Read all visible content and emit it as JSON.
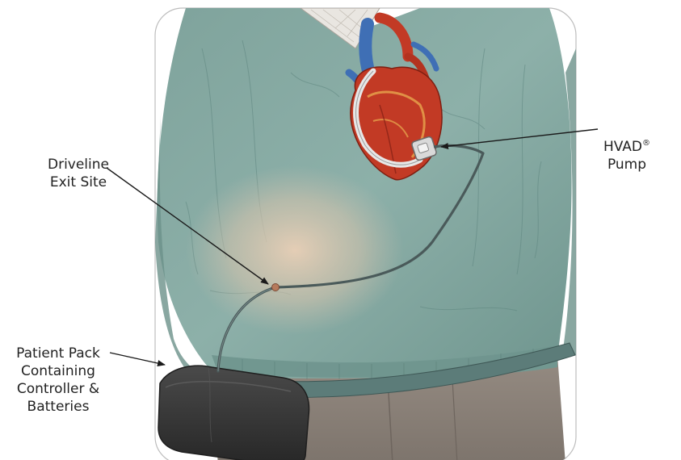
{
  "labels": {
    "driveline": {
      "line1": "Driveline",
      "line2": "Exit Site"
    },
    "hvad": {
      "line1_main": "HVAD",
      "line1_sup": "®",
      "line2": "Pump"
    },
    "patient_pack": {
      "line1": "Patient Pack",
      "line2": "Containing",
      "line3": "Controller &",
      "line4": "Batteries"
    }
  },
  "colors": {
    "sweater": "#86a9a2",
    "sweater_dark": "#5f8680",
    "skin": "#e8c9ac",
    "trousers": "#8a8078",
    "pack": "#3a3a3a",
    "heart_red": "#c23a25",
    "vessel_blue": "#3f6fb5",
    "arrow": "#1a1a1a",
    "frame": "#bdbdbd"
  }
}
